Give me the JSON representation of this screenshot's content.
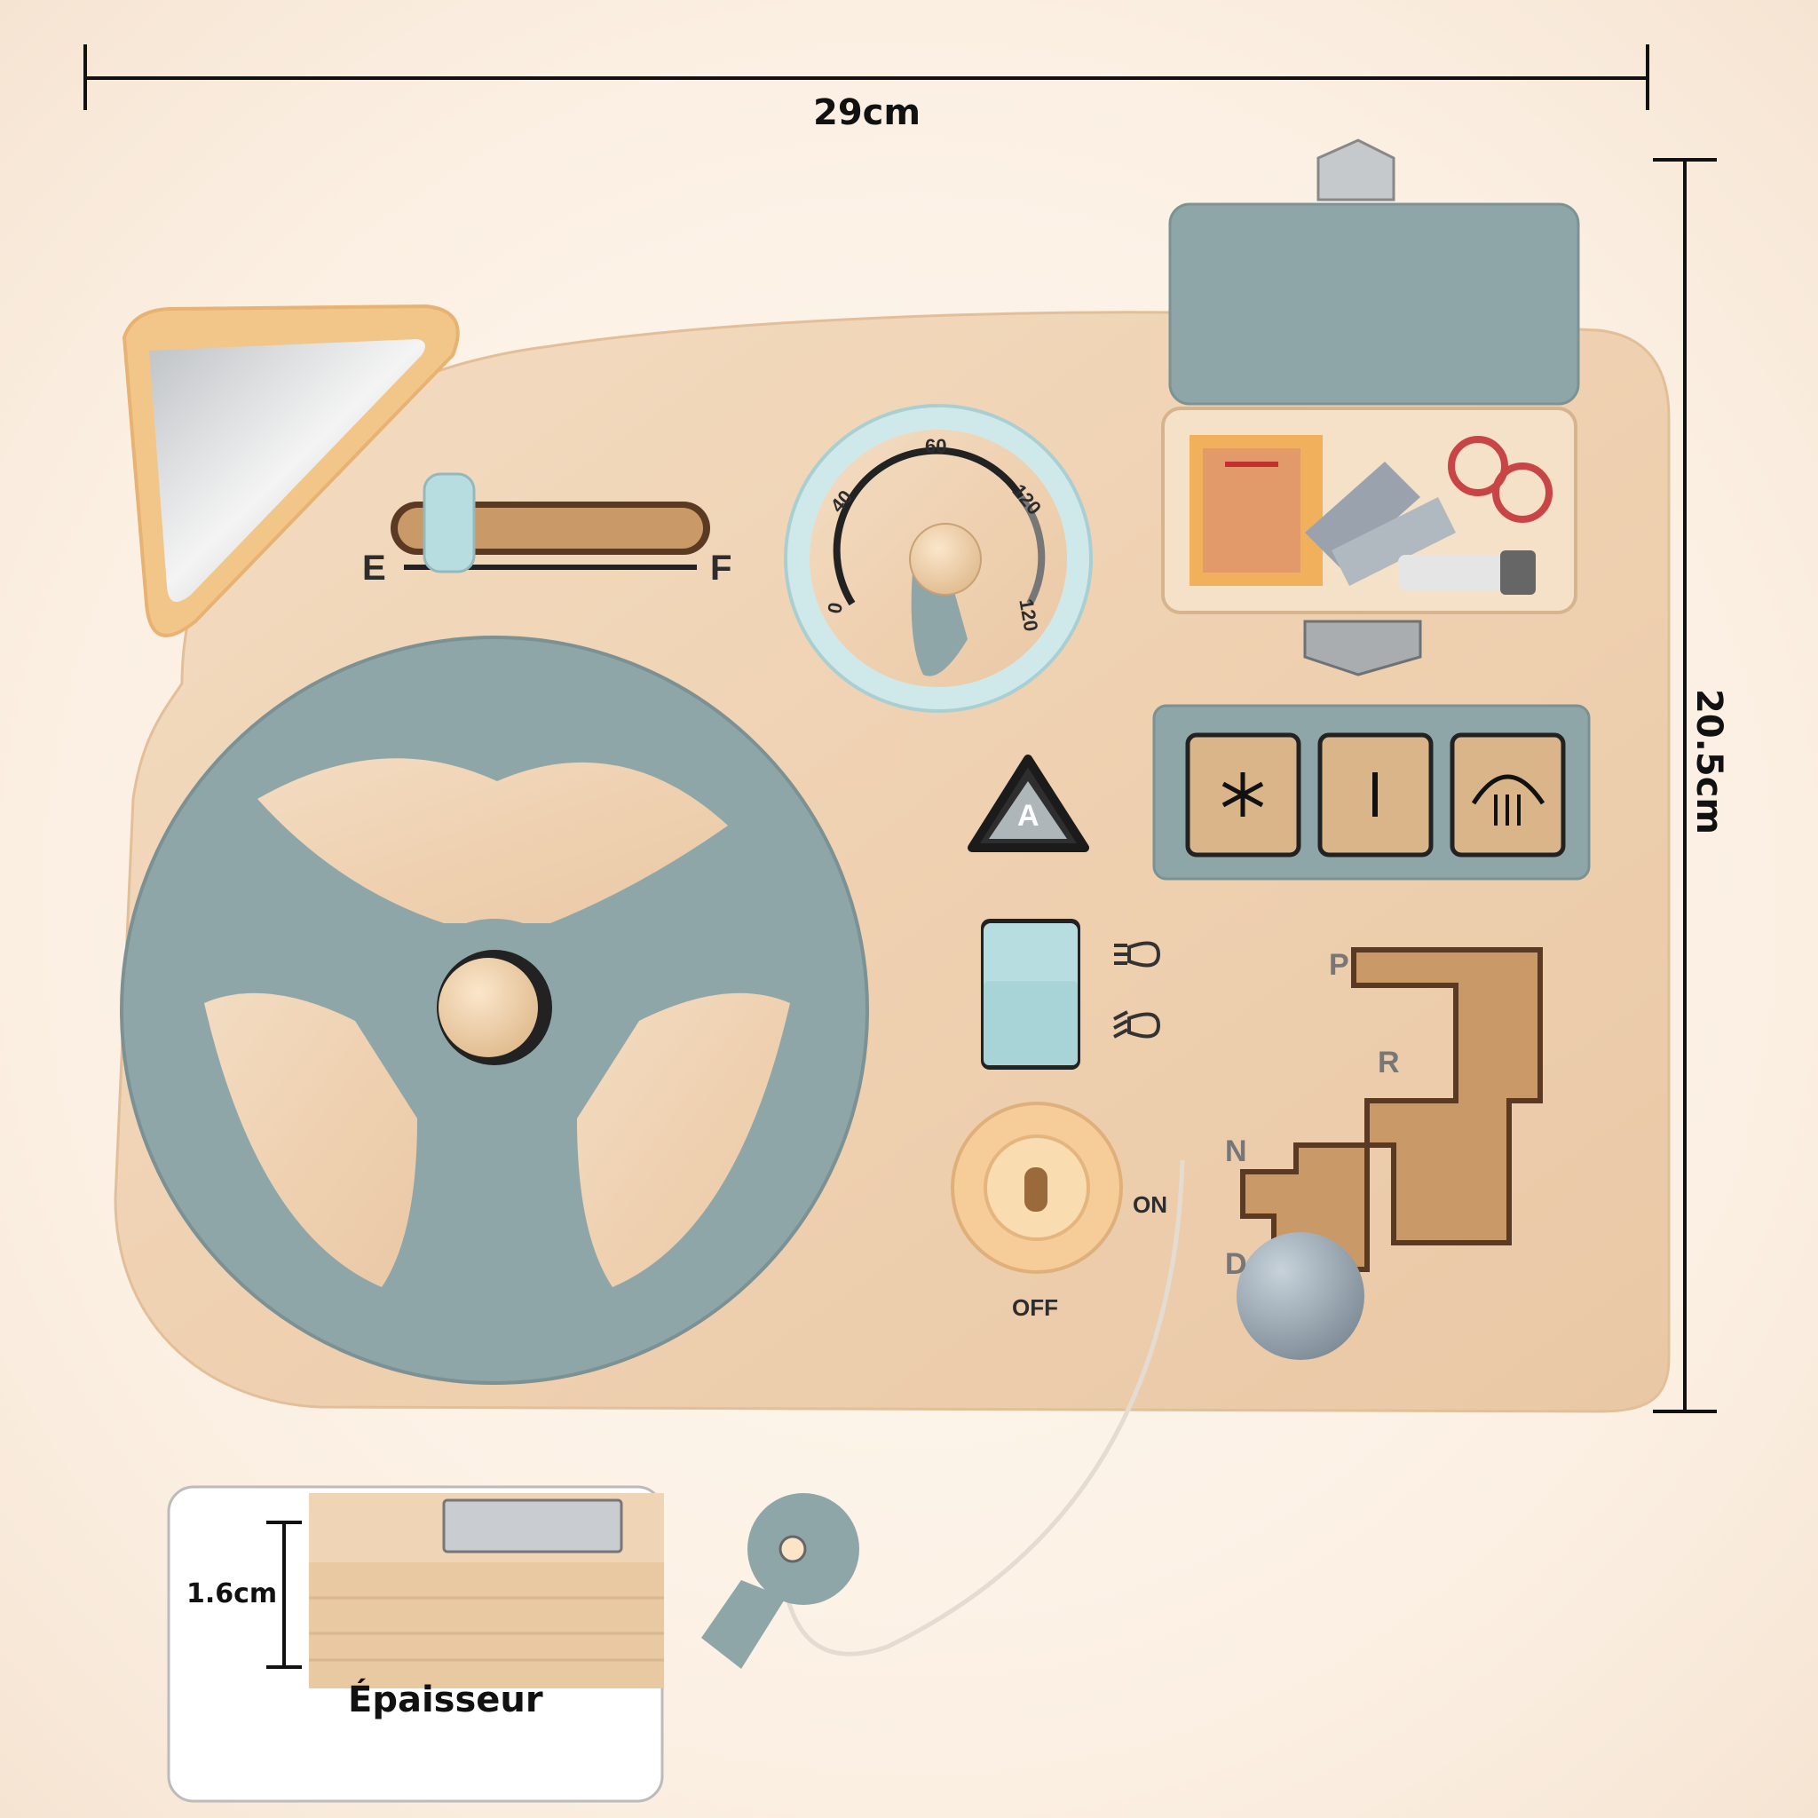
{
  "dimensions": {
    "width_label": "29cm",
    "height_label": "20.5cm",
    "thickness_label": "1.6cm",
    "thickness_caption": "Épaisseur"
  },
  "fuel_gauge": {
    "empty_label": "E",
    "full_label": "F"
  },
  "speedometer": {
    "ticks": [
      "0",
      "40",
      "60",
      "120",
      "120"
    ]
  },
  "hazard_button": {
    "letter": "A"
  },
  "ignition": {
    "on_label": "ON",
    "off_label": "OFF"
  },
  "gear_shift": {
    "labels": [
      "P",
      "R",
      "N",
      "D"
    ]
  },
  "switch_panel": {
    "icons": [
      "snowflake-icon",
      "line-icon",
      "defroster-icon"
    ]
  },
  "colors": {
    "wood": "#f0d4b4",
    "sage": "#8fa6a8",
    "mint": "#b8dde0",
    "peach": "#f6cc98",
    "background": "#fcf1e6"
  }
}
